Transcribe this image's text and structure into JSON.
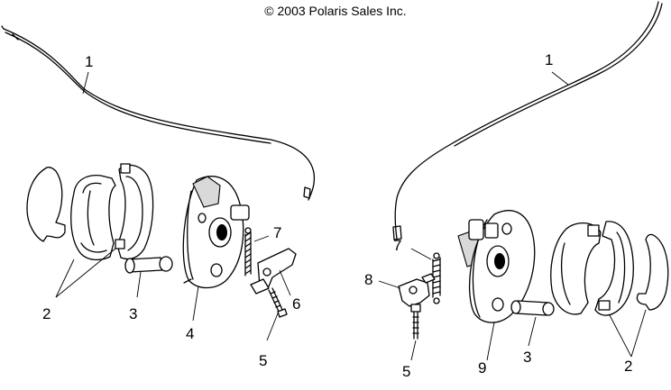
{
  "copyright": "© 2003 Polaris Sales Inc.",
  "callouts": [
    {
      "id": "left-1",
      "text": "1"
    },
    {
      "id": "left-2",
      "text": "2"
    },
    {
      "id": "left-3",
      "text": "3"
    },
    {
      "id": "left-4",
      "text": "4"
    },
    {
      "id": "left-5",
      "text": "5"
    },
    {
      "id": "left-6",
      "text": "6"
    },
    {
      "id": "left-7",
      "text": "7"
    },
    {
      "id": "right-1",
      "text": "1"
    },
    {
      "id": "right-2",
      "text": "2"
    },
    {
      "id": "right-3",
      "text": "3"
    },
    {
      "id": "right-5",
      "text": "5"
    },
    {
      "id": "right-7",
      "text": "7"
    },
    {
      "id": "right-8",
      "text": "8"
    },
    {
      "id": "right-9",
      "text": "9"
    }
  ]
}
